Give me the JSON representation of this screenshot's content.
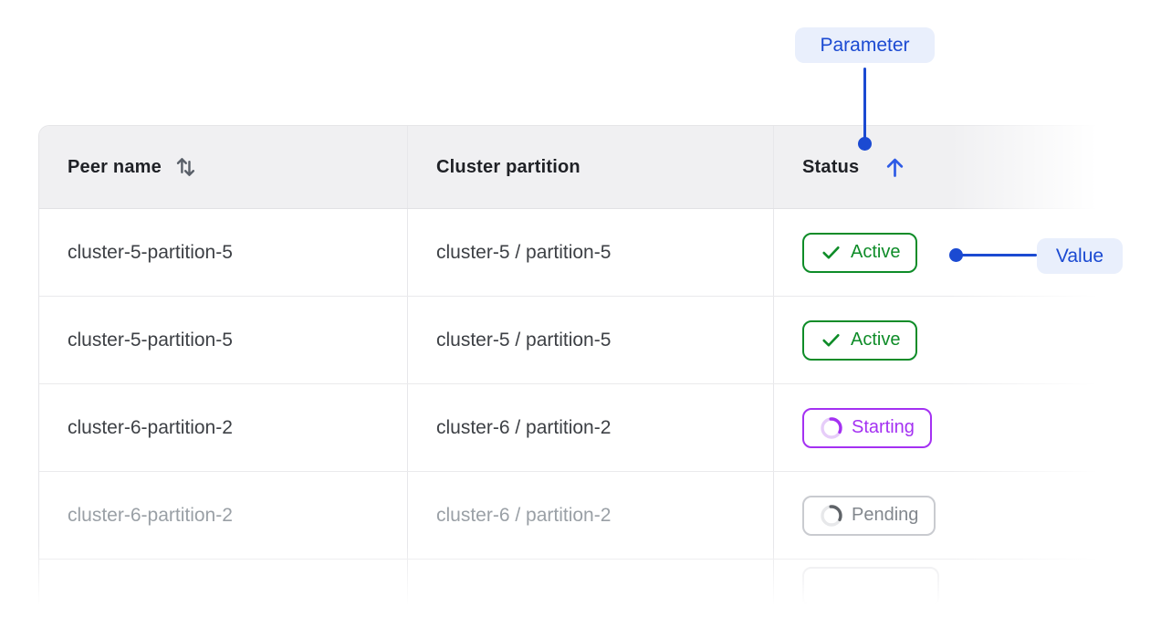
{
  "annotations": {
    "parameter": {
      "label": "Parameter"
    },
    "value": {
      "label": "Value"
    },
    "accent_color": "#1b4ad2",
    "pill_background": "#e9effc"
  },
  "table": {
    "header": {
      "peer_name": {
        "label": "Peer name",
        "sort_state": "sortable"
      },
      "cluster_partition": {
        "label": "Cluster partition",
        "sort_state": "none"
      },
      "status": {
        "label": "Status",
        "sort_state": "ascending"
      }
    },
    "rows": [
      {
        "peer_name": "cluster-5-partition-5",
        "cluster_partition": "cluster-5 / partition-5",
        "status": {
          "label": "Active",
          "state": "active"
        },
        "muted": false
      },
      {
        "peer_name": "cluster-5-partition-5",
        "cluster_partition": "cluster-5 / partition-5",
        "status": {
          "label": "Active",
          "state": "active"
        },
        "muted": false
      },
      {
        "peer_name": "cluster-6-partition-2",
        "cluster_partition": "cluster-6 / partition-2",
        "status": {
          "label": "Starting",
          "state": "starting"
        },
        "muted": false
      },
      {
        "peer_name": "cluster-6-partition-2",
        "cluster_partition": "cluster-6 / partition-2",
        "status": {
          "label": "Pending",
          "state": "pending"
        },
        "muted": true
      }
    ],
    "status_colors": {
      "active": "#0e8c28",
      "starting": "#a431f2",
      "pending_text": "#82878d",
      "pending_border": "#c9cbd0",
      "sort_arrow_blue": "#2e5be6",
      "sort_icon_gray": "#5a6069"
    }
  }
}
